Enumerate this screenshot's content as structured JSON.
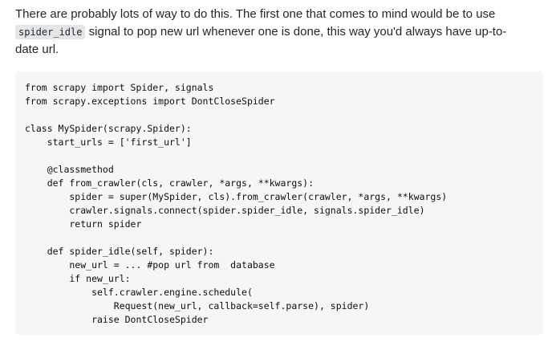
{
  "answer": {
    "intro_before": "There are probably lots of way to do this. The first one that comes to mind would be to use ",
    "inline_code": "spider_idle",
    "intro_after": " signal to pop new url whenever one is done, this way you'd always have up-to-date url."
  },
  "code": {
    "lines": [
      "from scrapy import Spider, signals",
      "from scrapy.exceptions import DontCloseSpider",
      "",
      "class MySpider(scrapy.Spider):",
      "    start_urls = ['first_url']",
      "",
      "    @classmethod",
      "    def from_crawler(cls, crawler, *args, **kwargs):",
      "        spider = super(MySpider, cls).from_crawler(crawler, *args, **kwargs)",
      "        crawler.signals.connect(spider.spider_idle, signals.spider_idle)",
      "        return spider",
      "",
      "    def spider_idle(self, spider):",
      "        new_url = ... #pop url from  database",
      "        if new_url:",
      "            self.crawler.engine.schedule(",
      "                Request(new_url, callback=self.parse), spider)",
      "            raise DontCloseSpider"
    ]
  }
}
